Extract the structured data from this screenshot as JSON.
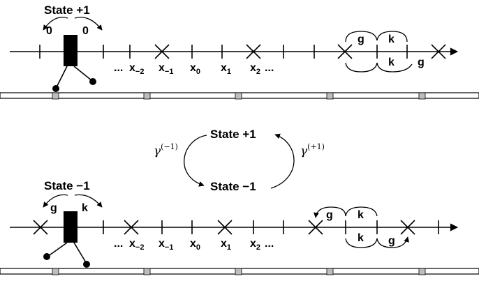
{
  "top_panel": {
    "state_label": "State +1",
    "motor_rates": {
      "left": "0",
      "right": "0"
    },
    "ellipsis_left": "...",
    "ellipsis_right": "...",
    "sites": [
      {
        "base": "x",
        "sub": "−2"
      },
      {
        "base": "x",
        "sub": "−1"
      },
      {
        "base": "x",
        "sub": "0"
      },
      {
        "base": "x",
        "sub": "1"
      },
      {
        "base": "x",
        "sub": "2"
      }
    ],
    "hop_labels": {
      "upper_left": "g",
      "upper_right": "k",
      "lower_left": "k",
      "lower_right": "g"
    }
  },
  "cycle": {
    "top_state": "State +1",
    "bottom_state": "State −1",
    "rate_down": {
      "symbol": "γ",
      "superscript": "(−1)"
    },
    "rate_up": {
      "symbol": "γ",
      "superscript": "(+1)"
    }
  },
  "bottom_panel": {
    "state_label": "State −1",
    "motor_rates": {
      "left": "g",
      "right": "k"
    },
    "ellipsis_left": "...",
    "ellipsis_right": "...",
    "sites": [
      {
        "base": "x",
        "sub": "−2"
      },
      {
        "base": "x",
        "sub": "−1"
      },
      {
        "base": "x",
        "sub": "0"
      },
      {
        "base": "x",
        "sub": "1"
      },
      {
        "base": "x",
        "sub": "2"
      }
    ],
    "hop_labels": {
      "upper_left": "g",
      "upper_right": "k",
      "lower_left": "k",
      "lower_right": "g"
    }
  }
}
